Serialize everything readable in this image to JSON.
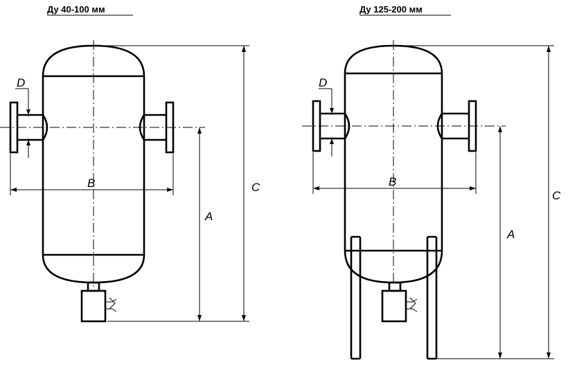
{
  "left": {
    "title": "Ду 40-100 мм",
    "labels": {
      "d": "D",
      "b": "B",
      "a": "A",
      "c": "C"
    }
  },
  "right": {
    "title": "Ду 125-200 мм",
    "labels": {
      "d": "D",
      "b": "B",
      "a": "A",
      "c": "C"
    }
  }
}
